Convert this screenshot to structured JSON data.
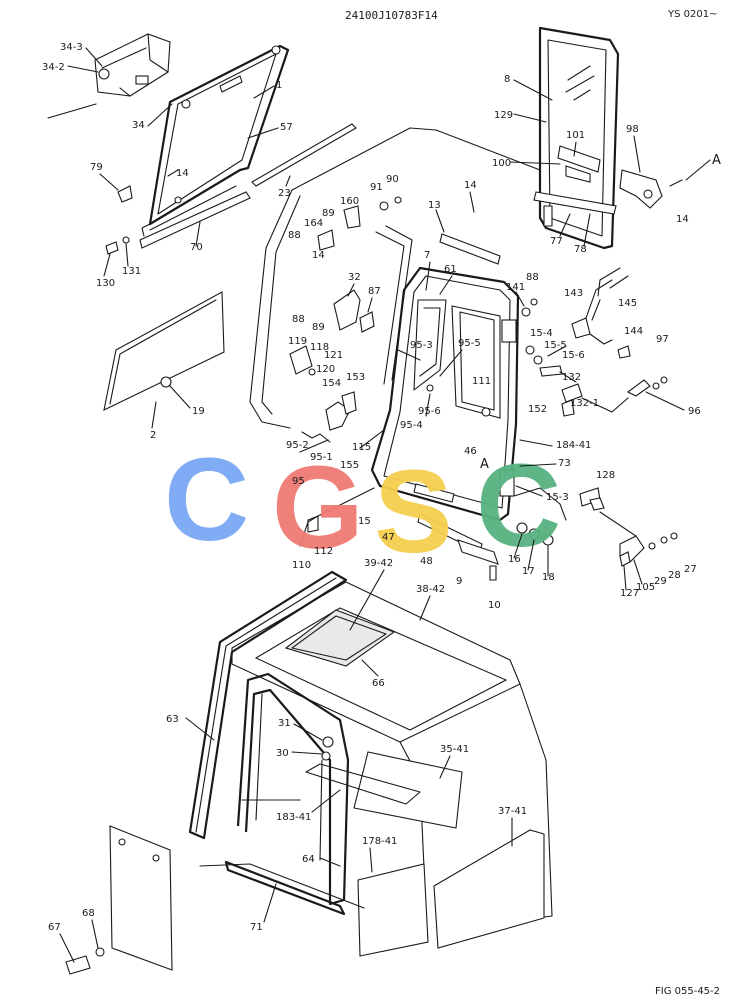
{
  "header": {
    "code": "24100J10783F14",
    "serial": "YS 0201~"
  },
  "footer": {
    "figure": "FIG 055-45-2"
  },
  "watermark": {
    "letters": [
      "C",
      "G",
      "S",
      "C"
    ],
    "colors": [
      "#7aa8f5",
      "#f07b73",
      "#f6cf4f",
      "#57b27f"
    ]
  },
  "labels": {
    "l34_3": "34-3",
    "l34_2": "34-2",
    "l34": "34",
    "l1": "1",
    "l57": "57",
    "l79": "79",
    "l14a": "14",
    "l23": "23",
    "l70": "70",
    "l130": "130",
    "l131": "131",
    "l2": "2",
    "l19": "19",
    "l8": "8",
    "l129": "129",
    "l101": "101",
    "l98": "98",
    "lA1": "A",
    "l100": "100",
    "l77": "77",
    "l78": "78",
    "l14b": "14",
    "l91": "91",
    "l90": "90",
    "l14c": "14",
    "l160": "160",
    "l164": "164",
    "l89a": "89",
    "l88a": "88",
    "l14d": "14",
    "l13": "13",
    "l7": "7",
    "l61": "61",
    "l32": "32",
    "l87": "87",
    "l88b": "88",
    "l89b": "89",
    "l119": "119",
    "l118": "118",
    "l121": "121",
    "l120": "120",
    "l153": "153",
    "l154": "154",
    "l95_3": "95-3",
    "l95_5": "95-5",
    "l111": "111",
    "l95_6": "95-6",
    "l95_4": "95-4",
    "l115": "115",
    "l95_2": "95-2",
    "l95_1": "95-1",
    "l155": "155",
    "l95": "95",
    "lA2": "A",
    "l46": "46",
    "l141": "141",
    "l88c": "88",
    "l143": "143",
    "l145": "145",
    "l15_4": "15-4",
    "l15_5": "15-5",
    "l15_6": "15-6",
    "l144": "144",
    "l97": "97",
    "l132": "132",
    "l132_1": "132-1",
    "l96": "96",
    "l152": "152",
    "l184_41": "184-41",
    "l73": "73",
    "l128": "128",
    "l15_3": "15-3",
    "l110": "110",
    "l112": "112",
    "l15": "15",
    "l47": "47",
    "l48": "48",
    "l9": "9",
    "l10": "10",
    "l16": "16",
    "l17": "17",
    "l18": "18",
    "l127": "127",
    "l105": "105",
    "l29": "29",
    "l28": "28",
    "l27": "27",
    "l39_42": "39-42",
    "l38_42": "38-42",
    "l66": "66",
    "l63": "63",
    "l31": "31",
    "l30": "30",
    "l35_41": "35-41",
    "l183_41": "183-41",
    "l37_41": "37-41",
    "l178_41": "178-41",
    "l64": "64",
    "l71": "71",
    "l67": "67",
    "l68": "68"
  }
}
